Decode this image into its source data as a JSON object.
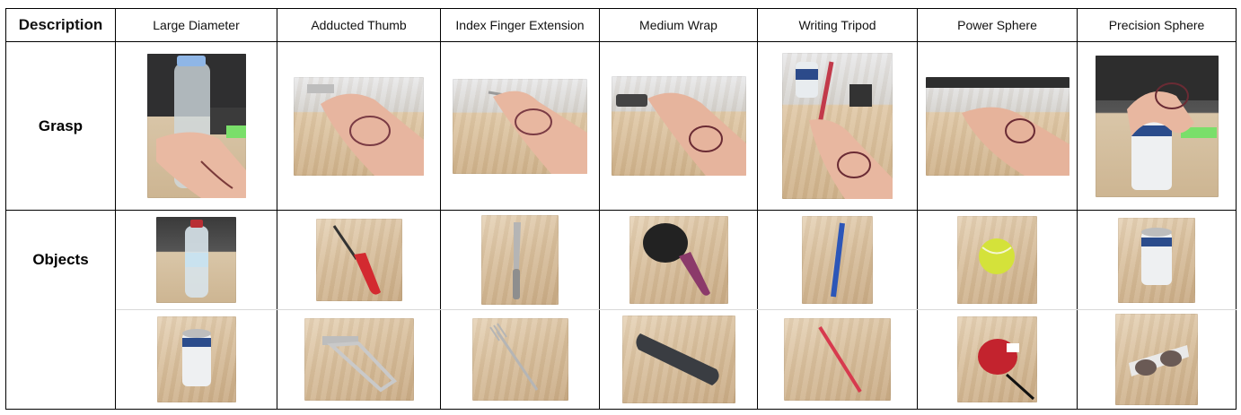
{
  "header": {
    "description": "Description",
    "columns": [
      "Large Diameter",
      "Adducted Thumb",
      "Index Finger Extension",
      "Medium Wrap",
      "Writing Tripod",
      "Power Sphere",
      "Precision Sphere"
    ]
  },
  "rows": {
    "grasp_label": "Grasp",
    "objects_label": "Objects"
  },
  "images": {
    "grasp": [
      "hand-holding-water-bottle",
      "hand-holding-peeler",
      "hand-holding-knife",
      "hand-holding-hairbrush",
      "hand-holding-pen",
      "hand-holding-tennis-ball",
      "hand-holding-can"
    ],
    "objects_row1": [
      "water-bottle",
      "screwdriver",
      "knife",
      "hairbrush",
      "pen",
      "tennis-ball",
      "can"
    ],
    "objects_row2": [
      "can",
      "peeler",
      "fork",
      "remote-control",
      "pencil",
      "tape-measure",
      "sunglasses"
    ]
  },
  "colors": {
    "border": "#000000",
    "wood": "#d8bf9d",
    "skin": "#e8b9a0"
  }
}
